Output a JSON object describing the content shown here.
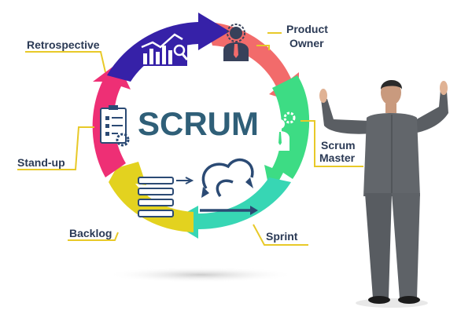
{
  "center_title": "SCRUM",
  "stages": {
    "product_owner": {
      "line1": "Product",
      "line2": "Owner"
    },
    "scrum_master": {
      "line1": "Scrum",
      "line2": "Master"
    },
    "sprint": "Sprint",
    "backlog": "Backlog",
    "stand_up": "Stand-up",
    "retrospective": "Retrospective"
  },
  "colors": {
    "product_owner": "#f26b6b",
    "scrum_master": "#3ddc84",
    "sprint": "#37d6b4",
    "backlog": "#e3d21f",
    "stand_up": "#ee2f75",
    "retrospective": "#3621a8",
    "label_text": "#2b3a55",
    "title_text": "#2f5f78",
    "leader_line": "#e8c928"
  },
  "icons": [
    "chart-icon",
    "person-icon",
    "gear-person-icon",
    "loop-arrow-icon",
    "backlog-list-icon",
    "checklist-icon"
  ]
}
